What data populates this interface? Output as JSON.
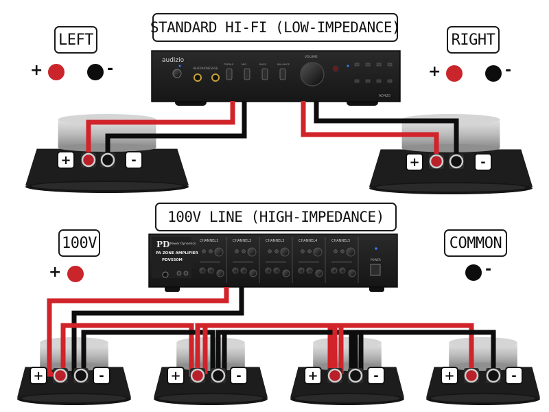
{
  "titles": {
    "standard": "STANDARD HI-FI (LOW-IMPEDANCE)",
    "line100v": "100V LINE (HIGH-IMPEDANCE)"
  },
  "channels": {
    "left": "LEFT",
    "right": "RIGHT",
    "v100": "100V",
    "common": "COMMON"
  },
  "polarity": {
    "plus": "+",
    "minus": "-"
  },
  "hifi_amp": {
    "brand": "audizio",
    "model": "AD420",
    "knobs": [
      "TREBLE",
      "MID",
      "BASS",
      "BALANCE"
    ],
    "volume_label": "VOLUME",
    "headphones_label": "HEADPHONES",
    "usb_label": "USB"
  },
  "zone_amp": {
    "brand": "Power Dynamics",
    "title": "PA ZONE AMPLIFIER",
    "model": "PDV550M",
    "channels": [
      "CHANNEL1",
      "CHANNEL2",
      "CHANNEL3",
      "CHANNEL4",
      "CHANNEL5"
    ],
    "power_label": "POWER"
  },
  "colors": {
    "positive_wire": "#d0232a",
    "negative_wire": "#0d0d0d",
    "amp_body": "#1c1c1c"
  }
}
